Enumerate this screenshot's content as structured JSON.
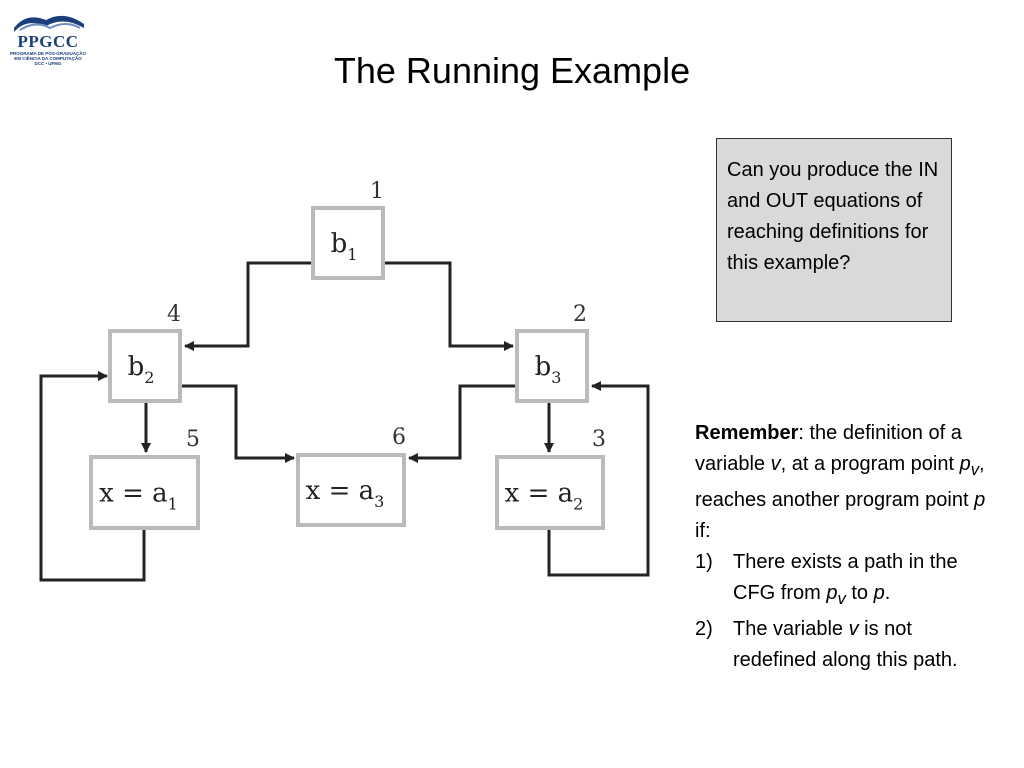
{
  "logo": {
    "text": "PPGCC",
    "sub1": "PROGRAMA DE PÓS-GRADUAÇÃO",
    "sub2": "EM CIÊNCIA DA COMPUTAÇÃO",
    "sub3": "DCC • UFMG"
  },
  "title": "The Running Example",
  "diagram": {
    "nodes": [
      {
        "id": "b1",
        "base": "b",
        "sub": "1",
        "number": "1"
      },
      {
        "id": "b2",
        "base": "b",
        "sub": "2",
        "number": "4"
      },
      {
        "id": "b3",
        "base": "b",
        "sub": "3",
        "number": "2"
      },
      {
        "id": "a1",
        "base": "x = a",
        "sub": "1",
        "number": "5"
      },
      {
        "id": "a3",
        "base": "x = a",
        "sub": "3",
        "number": "6"
      },
      {
        "id": "a2",
        "base": "x = a",
        "sub": "2",
        "number": "3"
      }
    ]
  },
  "question": "Can you produce the IN and OUT equations of reaching definitions for this example?",
  "remember": {
    "heading": "Remember",
    "intro_a": ": the definition of a variable ",
    "v": "v",
    "intro_b": ", at a program point ",
    "p": "p",
    "pv_sub": "v",
    "intro_c": ", reaches another program point ",
    "intro_d": " if:",
    "items": [
      {
        "num": "1)",
        "a": "There exists a path in the CFG from ",
        "b": " to ",
        "c": "."
      },
      {
        "num": "2)",
        "a": "The variable ",
        "b": " is not redefined along this path."
      }
    ]
  },
  "colors": {
    "logo_blue": "#1b3f7a",
    "box_fill": "#d9d9d9"
  }
}
